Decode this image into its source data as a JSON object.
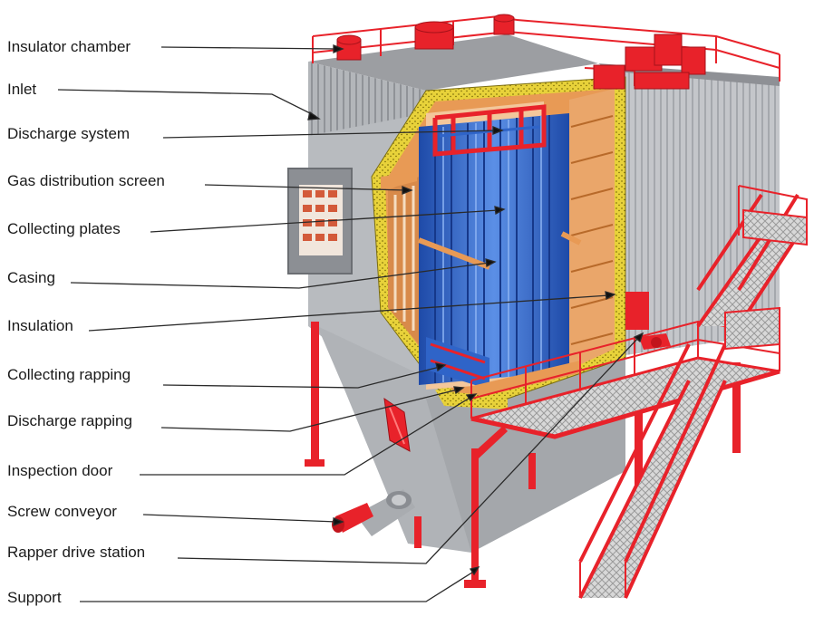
{
  "labels": [
    {
      "id": "insulator-chamber",
      "text": "Insulator chamber"
    },
    {
      "id": "inlet",
      "text": "Inlet"
    },
    {
      "id": "discharge-system",
      "text": "Discharge system"
    },
    {
      "id": "gas-distribution-screen",
      "text": "Gas distribution screen"
    },
    {
      "id": "collecting-plates",
      "text": "Collecting plates"
    },
    {
      "id": "casing",
      "text": "Casing"
    },
    {
      "id": "insulation",
      "text": "Insulation"
    },
    {
      "id": "collecting-rapping",
      "text": "Collecting rapping"
    },
    {
      "id": "discharge-rapping",
      "text": "Discharge rapping"
    },
    {
      "id": "inspection-door",
      "text": "Inspection door"
    },
    {
      "id": "screw-conveyor",
      "text": "Screw conveyor"
    },
    {
      "id": "rapper-drive-station",
      "text": "Rapper drive station"
    },
    {
      "id": "support",
      "text": "Support"
    }
  ],
  "colors": {
    "steel-red": "#e8222a",
    "plate-blue": "#2f64c8",
    "casing-gray": "#b9bcc0",
    "insulation-yellow": "#e8d23a",
    "internal-orange": "#e89a55",
    "leader-line": "#2a2a2a"
  }
}
